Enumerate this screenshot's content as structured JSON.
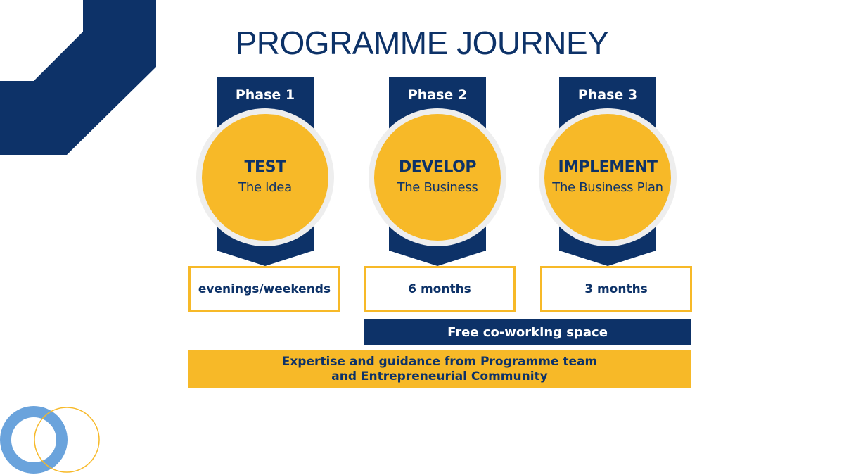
{
  "title": "PROGRAMME JOURNEY",
  "phases": [
    {
      "label": "Phase 1",
      "main": "TEST",
      "sub": "The Idea",
      "duration": "evenings/weekends"
    },
    {
      "label": "Phase 2",
      "main": "DEVELOP",
      "sub": "The Business",
      "duration": "6 months"
    },
    {
      "label": "Phase 3",
      "main": "IMPLEMENT",
      "sub": "The Business Plan",
      "duration": "3 months"
    }
  ],
  "bars": {
    "coworking": "Free co-working space",
    "expertise_line1": "Expertise and guidance from Programme team",
    "expertise_line2": "and Entrepreneurial Community"
  },
  "colors": {
    "navy": "#0d3268",
    "gold": "#f7b928",
    "light_blue": "#6aa3dc"
  }
}
